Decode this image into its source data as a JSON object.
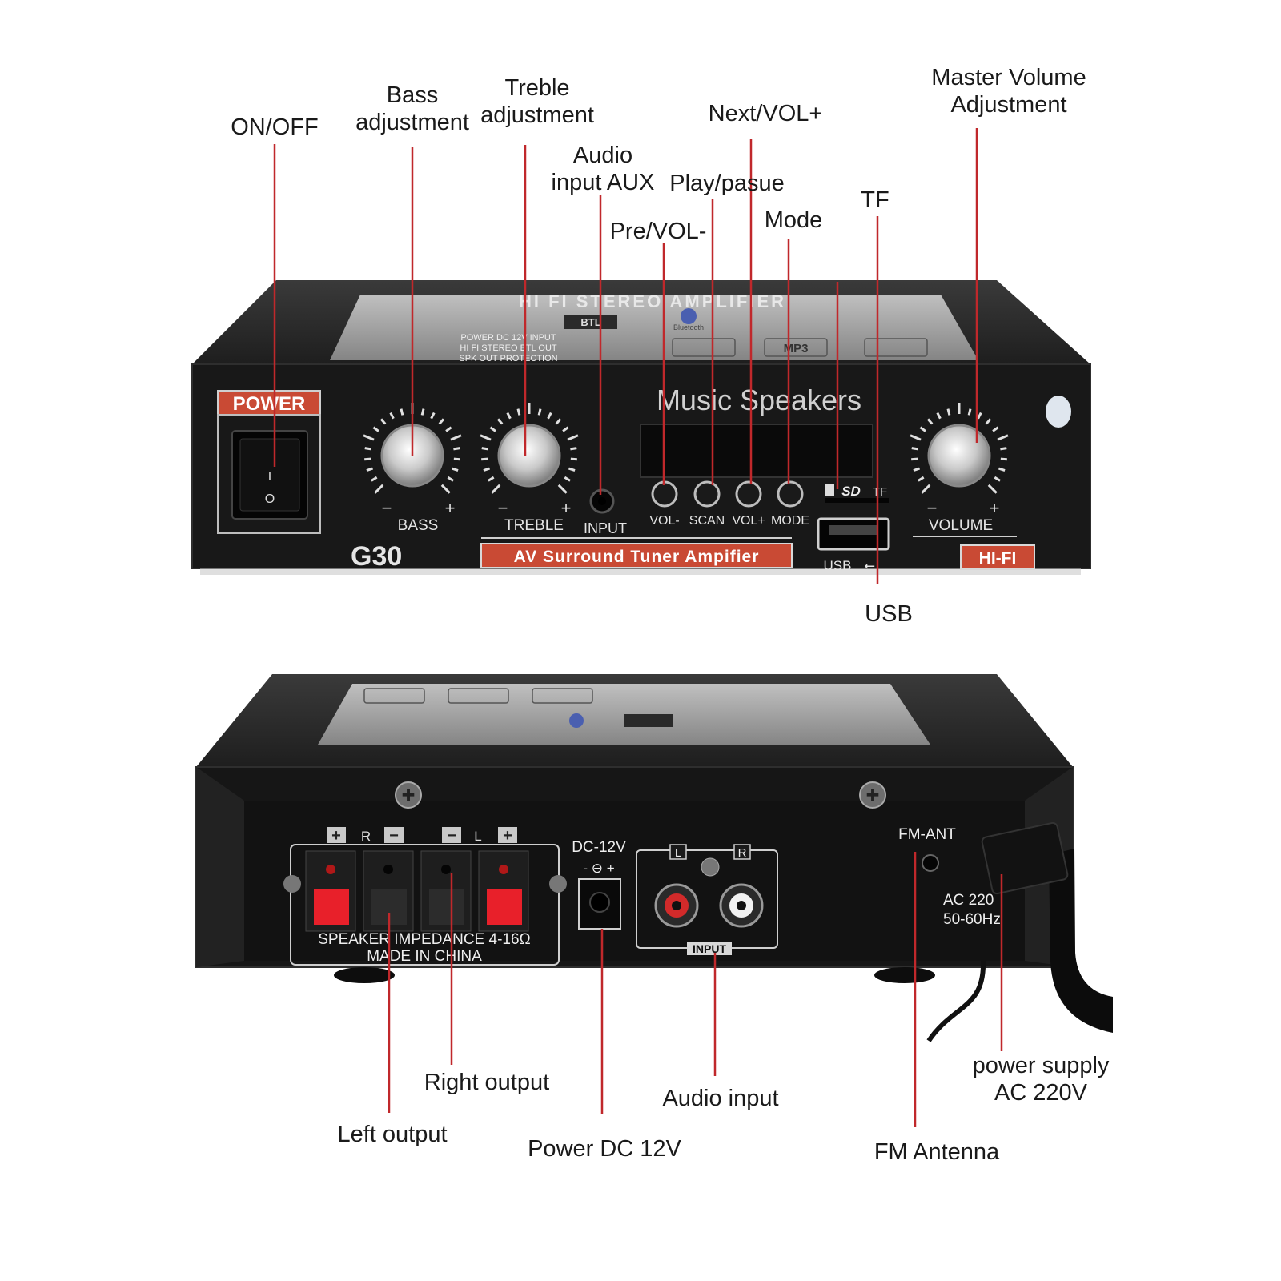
{
  "front": {
    "top_sticker": {
      "title": "HI FI STEREO AMPLIFIER",
      "badge_btl": "BTL",
      "badge_bt": "Bluetooth",
      "lines": [
        "POWER DC 12V INPUT",
        "HI FI STEREO BTL OUT",
        "SPK OUT PROTECTION"
      ],
      "badge_mp3": "MP3"
    },
    "power_label": "POWER",
    "switch_on": "I",
    "switch_off": "O",
    "model": "G30",
    "bass_label": "BASS",
    "treble_label": "TREBLE",
    "volume_label": "VOLUME",
    "minus": "−",
    "plus": "+",
    "input_label": "INPUT",
    "brand": "Music Speakers",
    "buttons": [
      "VOL-",
      "SCAN",
      "VOL+",
      "MODE"
    ],
    "sd_label": "SD",
    "tf_label": "TF",
    "usb_label": "USB",
    "strip": "AV Surround Tuner Ampifier",
    "hifi": "HI-FI"
  },
  "back": {
    "speaker_top": [
      "+",
      "R",
      "−",
      "−",
      "L",
      "+"
    ],
    "speaker_text_1": "SPEAKER IMPEDANCE 4-16Ω",
    "speaker_text_2": "MADE IN CHINA",
    "dc_label": "DC-12V",
    "dc_polarity": "- ⊖ +",
    "rca_l": "L",
    "rca_r": "R",
    "input_tag": "INPUT",
    "fm_ant": "FM-ANT",
    "ac_1": "AC 220",
    "ac_2": "50-60Hz"
  },
  "callouts": {
    "on_off": "ON/OFF",
    "bass": [
      "Bass",
      "adjustment"
    ],
    "treble": [
      "Treble",
      "adjustment"
    ],
    "audio_aux": [
      "Audio",
      "input AUX"
    ],
    "play": "Play/pasue",
    "pre": "Pre/VOL-",
    "next": "Next/VOL+",
    "mode": "Mode",
    "tf": "TF",
    "master": [
      "Master Volume",
      "Adjustment"
    ],
    "usb": "USB",
    "left_out": "Left output",
    "right_out": "Right output",
    "power_dc": "Power DC 12V",
    "audio_in": "Audio input",
    "fm": "FM Antenna",
    "ac": [
      "power supply",
      "AC 220V"
    ]
  },
  "colors": {
    "leader": "#c0282b",
    "chassis": "#141414",
    "panel": "#1c1c1c",
    "accent_red": "#d9412a",
    "sticker": "#9a9a9a"
  }
}
